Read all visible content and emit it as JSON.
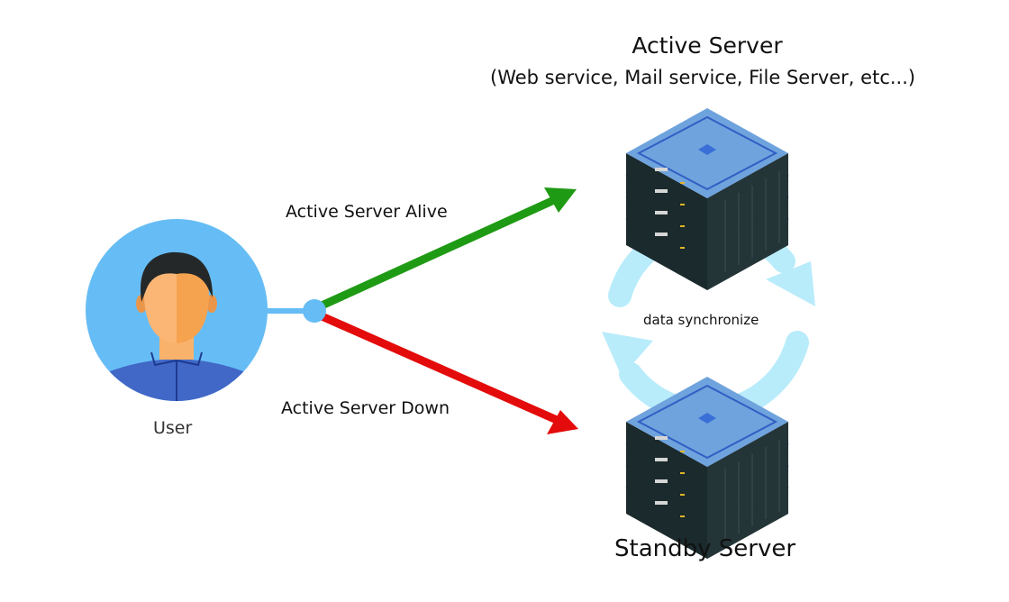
{
  "active_server": {
    "title": "Active Server",
    "subtitle": "(Web service, Mail service, File Server, etc...)"
  },
  "standby_server": {
    "title": "Standby Server"
  },
  "user": {
    "label": "User"
  },
  "links": {
    "alive": {
      "label": "Active Server Alive",
      "color": "#1f9a14"
    },
    "down": {
      "label": "Active Server Down",
      "color": "#e30b0b"
    }
  },
  "sync": {
    "label": "data synchronize",
    "color": "#b9ecfb"
  },
  "colors": {
    "user_circle": "#66bdf5",
    "server_top": "#6fa3dd",
    "server_body": "#1b2a2c",
    "shirt": "#4168c7"
  }
}
